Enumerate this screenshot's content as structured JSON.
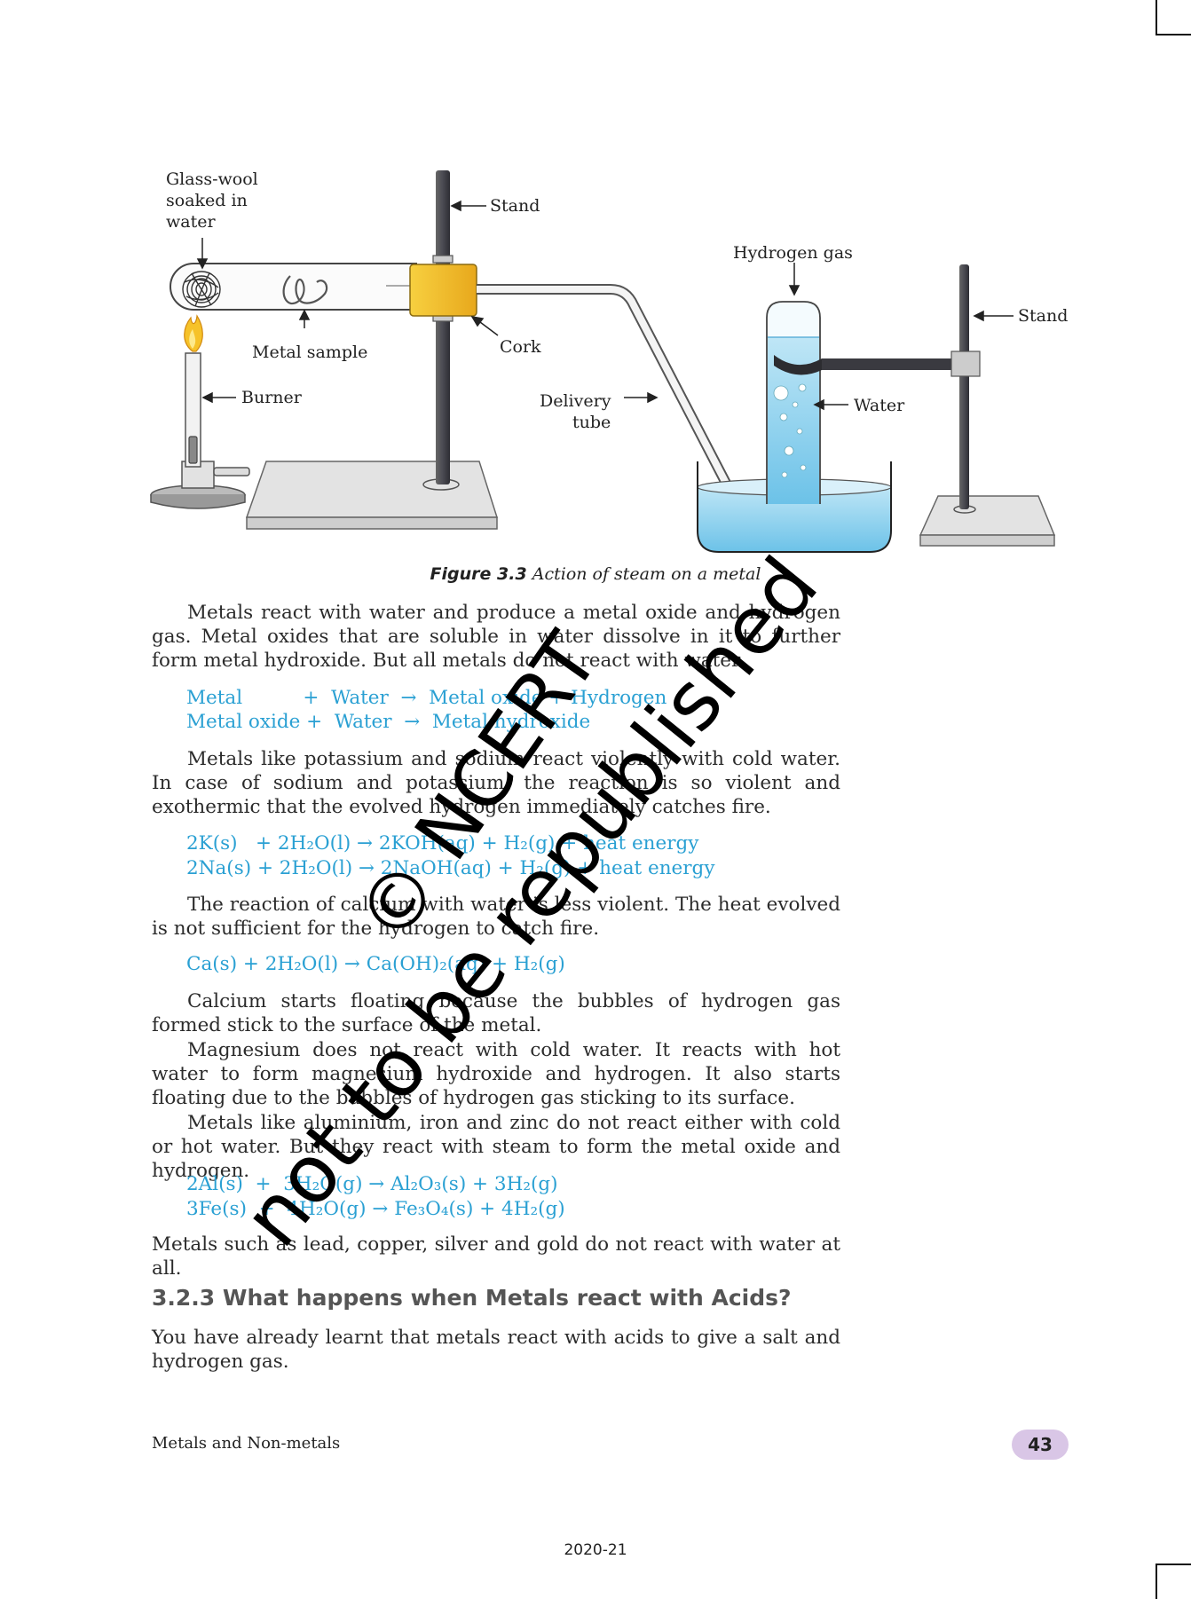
{
  "figure": {
    "labels": {
      "glass_wool": [
        "Glass-wool",
        "soaked in",
        "water"
      ],
      "stand_left": "Stand",
      "hydrogen_gas": "Hydrogen gas",
      "stand_right": "Stand",
      "metal_sample": "Metal sample",
      "cork": "Cork",
      "burner": "Burner",
      "delivery_tube": [
        "Delivery",
        "tube"
      ],
      "water": "Water"
    },
    "caption_number": "Figure 3.3",
    "caption_text": "Action of steam on a metal"
  },
  "body": {
    "p1": "Metals react with water and produce a metal oxide and hydrogen gas. Metal oxides that are soluble in water dissolve in it to further form metal hydroxide. But all metals do not react with water.",
    "eq1": [
      "Metal          +  Water  →  Metal oxide + Hydrogen",
      "Metal oxide +  Water  →  Metal hydroxide"
    ],
    "p2": "Metals like potassium and sodium react violently with cold water. In case of sodium and potassium, the reaction is so violent and exothermic that the evolved hydrogen immediately catches fire.",
    "eq2": [
      "2K(s)   + 2H₂O(l) → 2KOH(aq) + H₂(g) + heat energy",
      "2Na(s) + 2H₂O(l) → 2NaOH(aq) + H₂(g) + heat energy"
    ],
    "p3": "The reaction of calcium with water is less violent. The heat evolved is not sufficient for the hydrogen to catch fire.",
    "eq3": "Ca(s) + 2H₂O(l) → Ca(OH)₂(aq) + H₂(g)",
    "p4": "Calcium starts floating because the bubbles of hydrogen gas formed stick to the surface of the metal.",
    "p5": "Magnesium does not react with cold water. It reacts with hot water to form magnesium hydroxide and hydrogen. It also starts floating due to the bubbles of hydrogen gas sticking to its surface.",
    "p6": "Metals like aluminium, iron and zinc do not react either with cold or hot water. But they react with steam to form the metal oxide and hydrogen.",
    "eq4": [
      "2Al(s)  +  3H₂O(g) → Al₂O₃(s) + 3H₂(g)",
      "3Fe(s)  +  4H₂O(g) → Fe₃O₄(s) + 4H₂(g)"
    ],
    "p7": "Metals such as lead, copper, silver and gold do not react with water at all.",
    "heading": "3.2.3 What happens when Metals react with Acids?",
    "p8": "You have already learnt that metals react with acids to give a salt and hydrogen gas."
  },
  "footer": {
    "chapter": "Metals and Non-metals",
    "page": "43",
    "year": "2020-21"
  },
  "watermark": {
    "line1": "© NCERT",
    "line2": "not to be republished"
  }
}
